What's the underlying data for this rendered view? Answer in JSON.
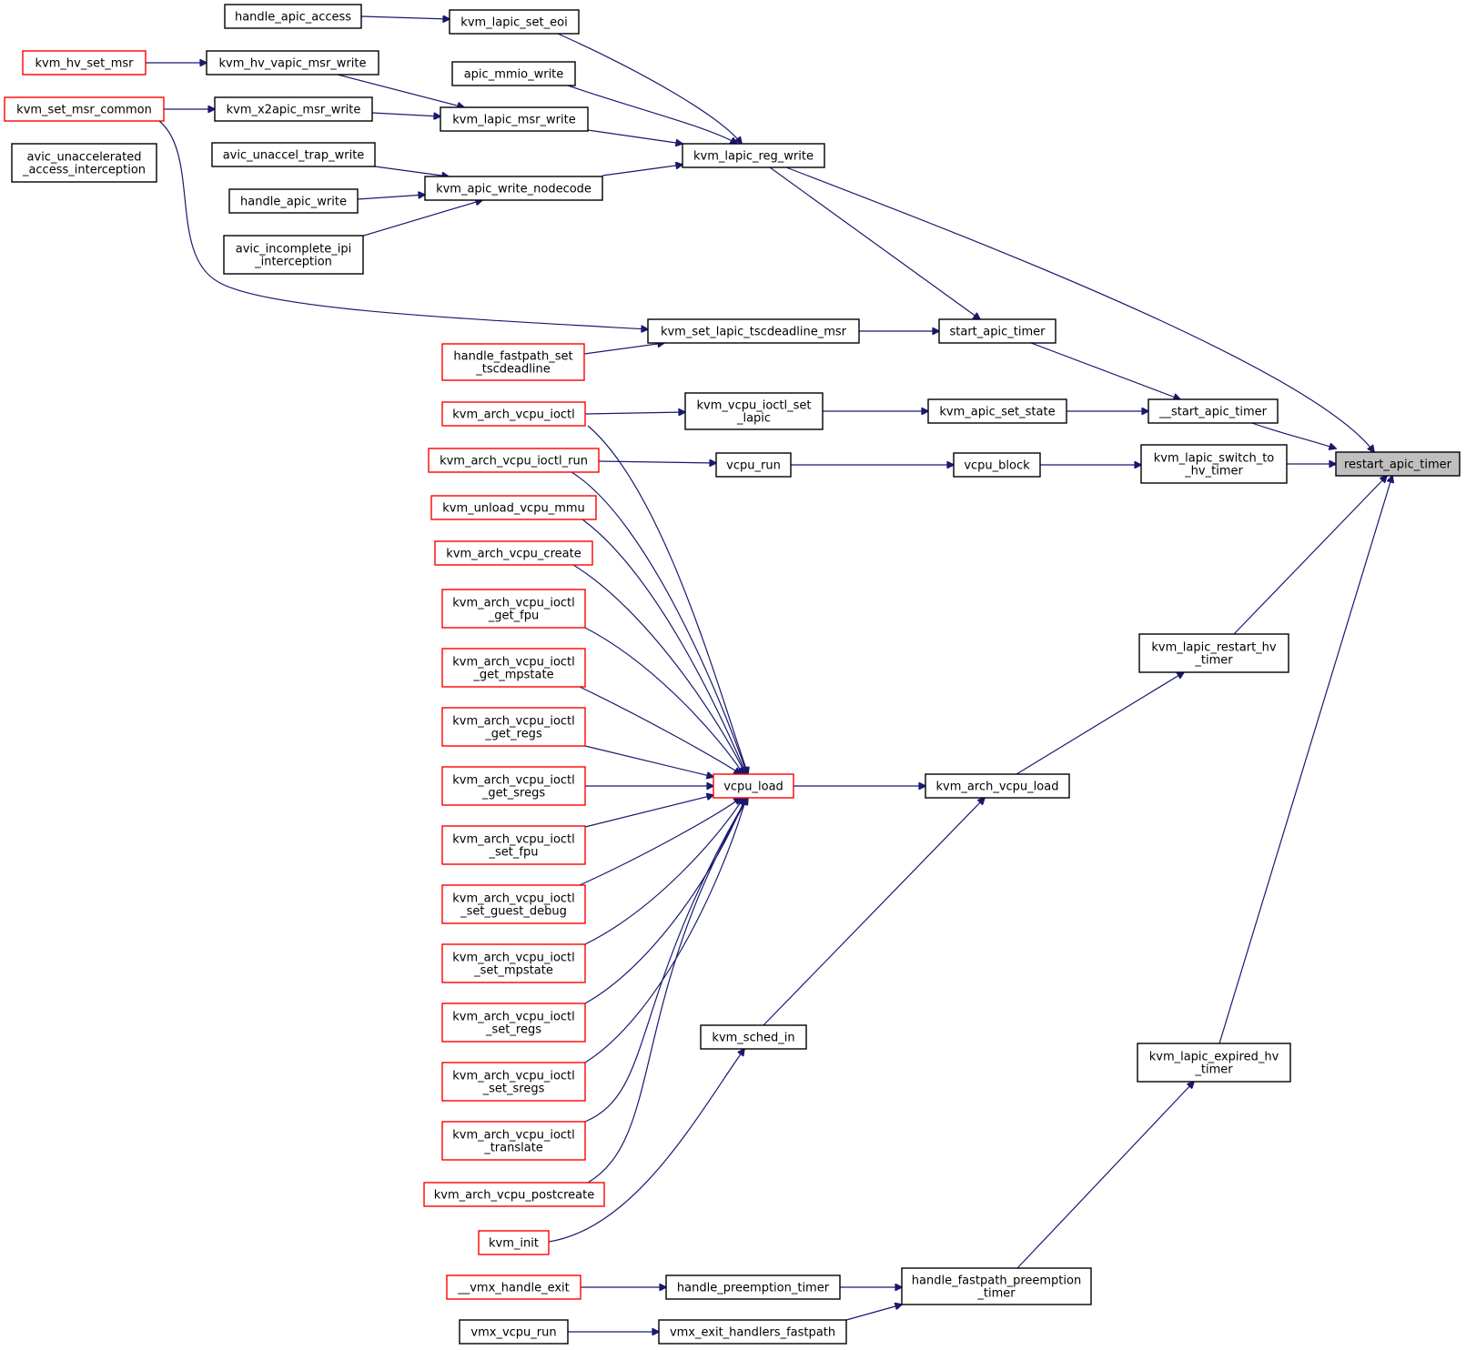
{
  "graph": {
    "root": "restart_apic_timer",
    "colors": {
      "edge": "#191970",
      "border_default": "#000000",
      "border_truncated": "#ff0000",
      "root_fill": "#bfbfbf"
    },
    "nodes": {
      "restart_apic_timer": {
        "lines": [
          "restart_apic_timer"
        ],
        "style": "root"
      },
      "kvm_lapic_reg_write": {
        "lines": [
          "kvm_lapic_reg_write"
        ],
        "style": "black"
      },
      "__start_apic_timer": {
        "lines": [
          "__start_apic_timer"
        ],
        "style": "black"
      },
      "kvm_lapic_switch_to_hv_timer": {
        "lines": [
          "kvm_lapic_switch_to",
          "_hv_timer"
        ],
        "style": "black"
      },
      "kvm_lapic_restart_hv_timer": {
        "lines": [
          "kvm_lapic_restart_hv",
          "_timer"
        ],
        "style": "black"
      },
      "kvm_lapic_expired_hv_timer": {
        "lines": [
          "kvm_lapic_expired_hv",
          "_timer"
        ],
        "style": "black"
      },
      "kvm_lapic_set_eoi": {
        "lines": [
          "kvm_lapic_set_eoi"
        ],
        "style": "black"
      },
      "apic_mmio_write": {
        "lines": [
          "apic_mmio_write"
        ],
        "style": "black"
      },
      "kvm_lapic_msr_write": {
        "lines": [
          "kvm_lapic_msr_write"
        ],
        "style": "black"
      },
      "kvm_apic_write_nodecode": {
        "lines": [
          "kvm_apic_write_nodecode"
        ],
        "style": "black"
      },
      "handle_apic_access": {
        "lines": [
          "handle_apic_access"
        ],
        "style": "black"
      },
      "kvm_hv_vapic_msr_write": {
        "lines": [
          "kvm_hv_vapic_msr_write"
        ],
        "style": "black"
      },
      "kvm_hv_set_msr": {
        "lines": [
          "kvm_hv_set_msr"
        ],
        "style": "red"
      },
      "kvm_x2apic_msr_write": {
        "lines": [
          "kvm_x2apic_msr_write"
        ],
        "style": "black"
      },
      "kvm_set_msr_common": {
        "lines": [
          "kvm_set_msr_common"
        ],
        "style": "red"
      },
      "avic_unaccel_trap_write": {
        "lines": [
          "avic_unaccel_trap_write"
        ],
        "style": "black"
      },
      "avic_unaccelerated_access_interception": {
        "lines": [
          "avic_unaccelerated",
          "_access_interception"
        ],
        "style": "black"
      },
      "handle_apic_write": {
        "lines": [
          "handle_apic_write"
        ],
        "style": "black"
      },
      "avic_incomplete_ipi_interception": {
        "lines": [
          "avic_incomplete_ipi",
          "_interception"
        ],
        "style": "black"
      },
      "start_apic_timer": {
        "lines": [
          "start_apic_timer"
        ],
        "style": "black"
      },
      "kvm_set_lapic_tscdeadline_msr": {
        "lines": [
          "kvm_set_lapic_tscdeadline_msr"
        ],
        "style": "black"
      },
      "handle_fastpath_set_tscdeadline": {
        "lines": [
          "handle_fastpath_set",
          "_tscdeadline"
        ],
        "style": "red"
      },
      "kvm_apic_set_state": {
        "lines": [
          "kvm_apic_set_state"
        ],
        "style": "black"
      },
      "kvm_vcpu_ioctl_set_lapic": {
        "lines": [
          "kvm_vcpu_ioctl_set",
          "_lapic"
        ],
        "style": "black"
      },
      "kvm_arch_vcpu_ioctl": {
        "lines": [
          "kvm_arch_vcpu_ioctl"
        ],
        "style": "red"
      },
      "vcpu_block": {
        "lines": [
          "vcpu_block"
        ],
        "style": "black"
      },
      "vcpu_run": {
        "lines": [
          "vcpu_run"
        ],
        "style": "black"
      },
      "kvm_arch_vcpu_ioctl_run": {
        "lines": [
          "kvm_arch_vcpu_ioctl_run"
        ],
        "style": "red"
      },
      "kvm_arch_vcpu_load": {
        "lines": [
          "kvm_arch_vcpu_load"
        ],
        "style": "black"
      },
      "vcpu_load": {
        "lines": [
          "vcpu_load"
        ],
        "style": "red"
      },
      "kvm_sched_in": {
        "lines": [
          "kvm_sched_in"
        ],
        "style": "black"
      },
      "kvm_init": {
        "lines": [
          "kvm_init"
        ],
        "style": "red"
      },
      "kvm_unload_vcpu_mmu": {
        "lines": [
          "kvm_unload_vcpu_mmu"
        ],
        "style": "red"
      },
      "kvm_arch_vcpu_create": {
        "lines": [
          "kvm_arch_vcpu_create"
        ],
        "style": "red"
      },
      "kvm_arch_vcpu_ioctl_get_fpu": {
        "lines": [
          "kvm_arch_vcpu_ioctl",
          "_get_fpu"
        ],
        "style": "red"
      },
      "kvm_arch_vcpu_ioctl_get_mpstate": {
        "lines": [
          "kvm_arch_vcpu_ioctl",
          "_get_mpstate"
        ],
        "style": "red"
      },
      "kvm_arch_vcpu_ioctl_get_regs": {
        "lines": [
          "kvm_arch_vcpu_ioctl",
          "_get_regs"
        ],
        "style": "red"
      },
      "kvm_arch_vcpu_ioctl_get_sregs": {
        "lines": [
          "kvm_arch_vcpu_ioctl",
          "_get_sregs"
        ],
        "style": "red"
      },
      "kvm_arch_vcpu_ioctl_set_fpu": {
        "lines": [
          "kvm_arch_vcpu_ioctl",
          "_set_fpu"
        ],
        "style": "red"
      },
      "kvm_arch_vcpu_ioctl_set_guest_debug": {
        "lines": [
          "kvm_arch_vcpu_ioctl",
          "_set_guest_debug"
        ],
        "style": "red"
      },
      "kvm_arch_vcpu_ioctl_set_mpstate": {
        "lines": [
          "kvm_arch_vcpu_ioctl",
          "_set_mpstate"
        ],
        "style": "red"
      },
      "kvm_arch_vcpu_ioctl_set_regs": {
        "lines": [
          "kvm_arch_vcpu_ioctl",
          "_set_regs"
        ],
        "style": "red"
      },
      "kvm_arch_vcpu_ioctl_set_sregs": {
        "lines": [
          "kvm_arch_vcpu_ioctl",
          "_set_sregs"
        ],
        "style": "red"
      },
      "kvm_arch_vcpu_ioctl_translate": {
        "lines": [
          "kvm_arch_vcpu_ioctl",
          "_translate"
        ],
        "style": "red"
      },
      "kvm_arch_vcpu_postcreate": {
        "lines": [
          "kvm_arch_vcpu_postcreate"
        ],
        "style": "red"
      },
      "handle_fastpath_preemption_timer": {
        "lines": [
          "handle_fastpath_preemption",
          "_timer"
        ],
        "style": "black"
      },
      "handle_preemption_timer": {
        "lines": [
          "handle_preemption_timer"
        ],
        "style": "black"
      },
      "__vmx_handle_exit": {
        "lines": [
          "__vmx_handle_exit"
        ],
        "style": "red"
      },
      "vmx_exit_handlers_fastpath": {
        "lines": [
          "vmx_exit_handlers_fastpath"
        ],
        "style": "black"
      },
      "vmx_vcpu_run": {
        "lines": [
          "vmx_vcpu_run"
        ],
        "style": "black"
      }
    },
    "edges": [
      [
        "kvm_lapic_reg_write",
        "restart_apic_timer"
      ],
      [
        "__start_apic_timer",
        "restart_apic_timer"
      ],
      [
        "kvm_lapic_switch_to_hv_timer",
        "restart_apic_timer"
      ],
      [
        "kvm_lapic_restart_hv_timer",
        "restart_apic_timer"
      ],
      [
        "kvm_lapic_expired_hv_timer",
        "restart_apic_timer"
      ],
      [
        "kvm_lapic_set_eoi",
        "kvm_lapic_reg_write"
      ],
      [
        "apic_mmio_write",
        "kvm_lapic_reg_write"
      ],
      [
        "kvm_lapic_msr_write",
        "kvm_lapic_reg_write"
      ],
      [
        "kvm_apic_write_nodecode",
        "kvm_lapic_reg_write"
      ],
      [
        "handle_apic_access",
        "kvm_lapic_set_eoi"
      ],
      [
        "kvm_hv_vapic_msr_write",
        "kvm_lapic_msr_write"
      ],
      [
        "kvm_x2apic_msr_write",
        "kvm_lapic_msr_write"
      ],
      [
        "kvm_hv_set_msr",
        "kvm_hv_vapic_msr_write"
      ],
      [
        "kvm_set_msr_common",
        "kvm_x2apic_msr_write"
      ],
      [
        "kvm_set_msr_common",
        "kvm_set_lapic_tscdeadline_msr"
      ],
      [
        "avic_unaccel_trap_write",
        "kvm_apic_write_nodecode"
      ],
      [
        "handle_apic_write",
        "kvm_apic_write_nodecode"
      ],
      [
        "avic_incomplete_ipi_interception",
        "kvm_apic_write_nodecode"
      ],
      [
        "avic_unaccelerated_access_interception",
        "avic_unaccel_trap_write"
      ],
      [
        "start_apic_timer",
        "__start_apic_timer"
      ],
      [
        "kvm_apic_set_state",
        "__start_apic_timer"
      ],
      [
        "kvm_lapic_reg_write",
        "start_apic_timer"
      ],
      [
        "kvm_set_lapic_tscdeadline_msr",
        "start_apic_timer"
      ],
      [
        "handle_fastpath_set_tscdeadline",
        "kvm_set_lapic_tscdeadline_msr"
      ],
      [
        "kvm_vcpu_ioctl_set_lapic",
        "kvm_apic_set_state"
      ],
      [
        "kvm_arch_vcpu_ioctl",
        "kvm_vcpu_ioctl_set_lapic"
      ],
      [
        "vcpu_block",
        "kvm_lapic_switch_to_hv_timer"
      ],
      [
        "vcpu_run",
        "vcpu_block"
      ],
      [
        "kvm_arch_vcpu_ioctl_run",
        "vcpu_run"
      ],
      [
        "kvm_arch_vcpu_load",
        "kvm_lapic_restart_hv_timer"
      ],
      [
        "vcpu_load",
        "kvm_arch_vcpu_load"
      ],
      [
        "kvm_sched_in",
        "kvm_arch_vcpu_load"
      ],
      [
        "kvm_init",
        "kvm_sched_in"
      ],
      [
        "kvm_arch_vcpu_ioctl",
        "vcpu_load"
      ],
      [
        "kvm_arch_vcpu_ioctl_run",
        "vcpu_load"
      ],
      [
        "kvm_unload_vcpu_mmu",
        "vcpu_load"
      ],
      [
        "kvm_arch_vcpu_create",
        "vcpu_load"
      ],
      [
        "kvm_arch_vcpu_ioctl_get_fpu",
        "vcpu_load"
      ],
      [
        "kvm_arch_vcpu_ioctl_get_mpstate",
        "vcpu_load"
      ],
      [
        "kvm_arch_vcpu_ioctl_get_regs",
        "vcpu_load"
      ],
      [
        "kvm_arch_vcpu_ioctl_get_sregs",
        "vcpu_load"
      ],
      [
        "kvm_arch_vcpu_ioctl_set_fpu",
        "vcpu_load"
      ],
      [
        "kvm_arch_vcpu_ioctl_set_guest_debug",
        "vcpu_load"
      ],
      [
        "kvm_arch_vcpu_ioctl_set_mpstate",
        "vcpu_load"
      ],
      [
        "kvm_arch_vcpu_ioctl_set_regs",
        "vcpu_load"
      ],
      [
        "kvm_arch_vcpu_ioctl_set_sregs",
        "vcpu_load"
      ],
      [
        "kvm_arch_vcpu_ioctl_translate",
        "vcpu_load"
      ],
      [
        "kvm_arch_vcpu_postcreate",
        "vcpu_load"
      ],
      [
        "handle_fastpath_preemption_timer",
        "kvm_lapic_expired_hv_timer"
      ],
      [
        "handle_preemption_timer",
        "handle_fastpath_preemption_timer"
      ],
      [
        "vmx_exit_handlers_fastpath",
        "handle_fastpath_preemption_timer"
      ],
      [
        "__vmx_handle_exit",
        "handle_preemption_timer"
      ],
      [
        "vmx_vcpu_run",
        "vmx_exit_handlers_fastpath"
      ]
    ]
  }
}
